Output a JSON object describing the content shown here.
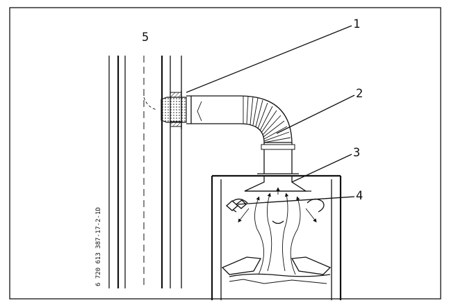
{
  "callouts": [
    {
      "id": "1",
      "label": "1"
    },
    {
      "id": "2",
      "label": "2"
    },
    {
      "id": "3",
      "label": "3"
    },
    {
      "id": "4",
      "label": "4"
    },
    {
      "id": "5",
      "label": "5"
    }
  ],
  "document_id": "6 720 613 387-17-2-1D"
}
